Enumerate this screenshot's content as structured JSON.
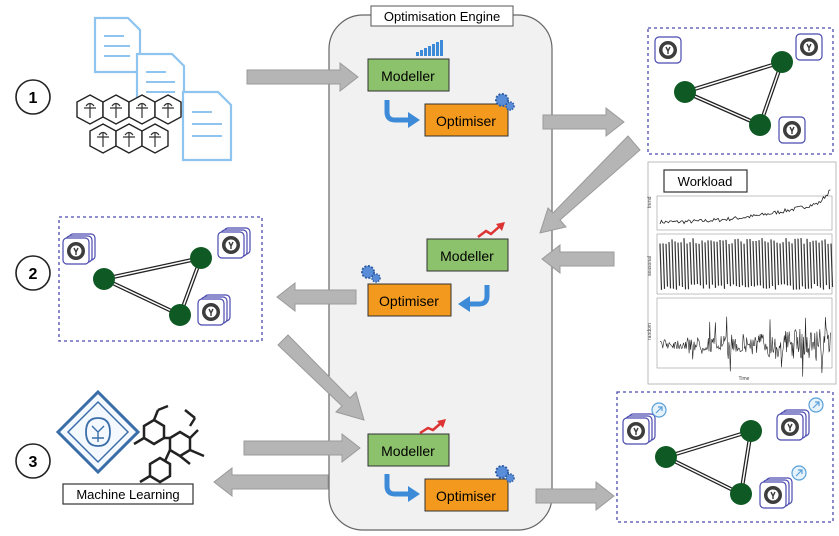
{
  "engine": {
    "title": "Optimisation Engine"
  },
  "steps": [
    "1",
    "2",
    "3"
  ],
  "boxes": {
    "modeller": "Modeller",
    "optimiser": "Optimiser"
  },
  "workload": {
    "title": "Workload",
    "x_axis_label": "Time",
    "panel_labels": [
      "trend",
      "seasonal",
      "random"
    ]
  },
  "ml": {
    "label": "Machine Learning"
  },
  "colors": {
    "modeller": "#8dc26d",
    "optimiser": "#f39a1e",
    "node": "#0f5a24",
    "arrow": "#b5b5b5",
    "blue_arrow": "#3d8bd8",
    "dashed_border": "#4a4ab0",
    "engine_bg": "#f1f1f1",
    "doc_blue": "#8ec4ee"
  },
  "icons": [
    "document-icon",
    "antenna-hexagon-icon",
    "bar-chart-icon",
    "gear-icon",
    "trend-up-icon",
    "kubernetes-gear-icon",
    "ai-brain-icon",
    "molecule-icon",
    "expand-icon"
  ]
}
